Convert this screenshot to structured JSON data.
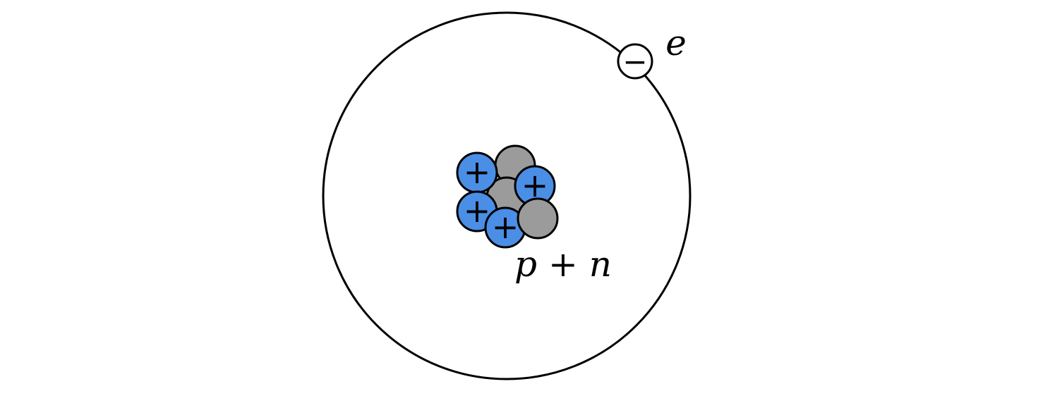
{
  "labels": {
    "electron": "e",
    "nucleus": "p + n"
  },
  "signs": {
    "proton": "+",
    "electron": "−"
  },
  "colors": {
    "proton": "#4a8ee6",
    "neutron": "#9b9b9b",
    "electron": "#ffffff",
    "stroke": "#000000"
  },
  "particle_counts": {
    "protons": 4,
    "neutrons": 3,
    "electrons": 1
  }
}
